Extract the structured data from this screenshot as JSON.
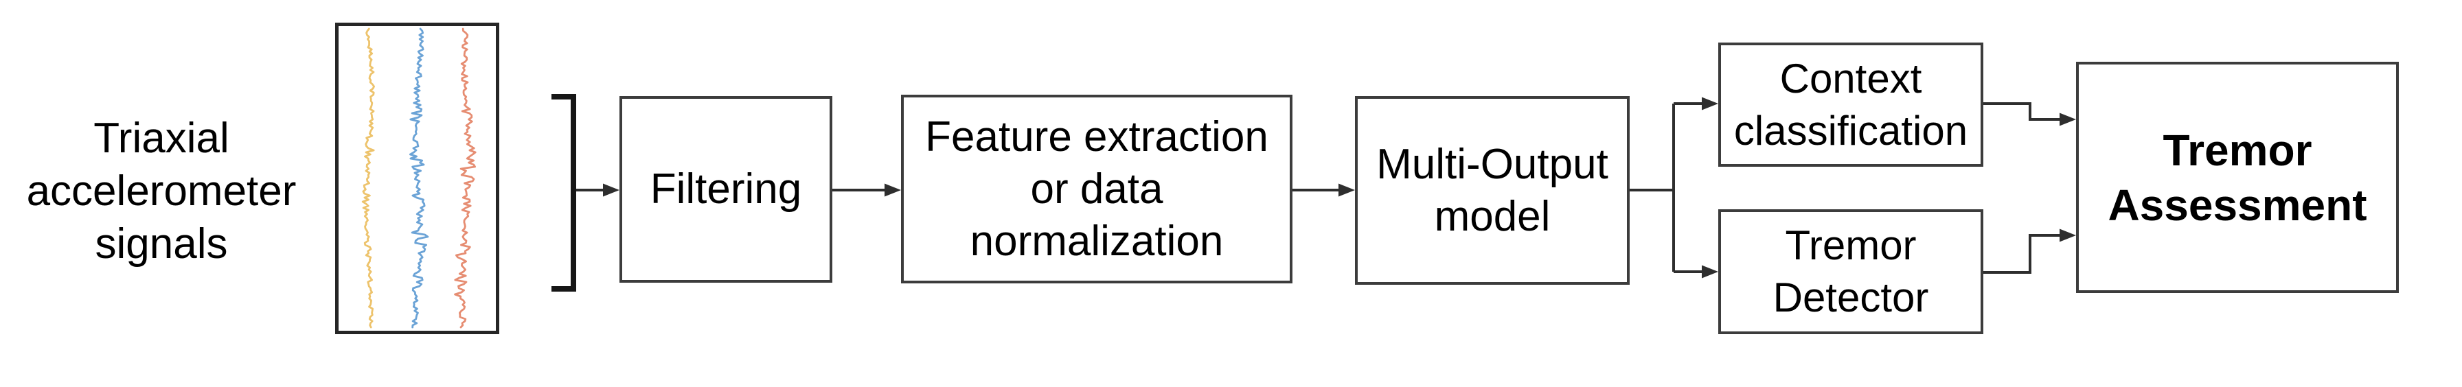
{
  "diagram": {
    "title": "Tremor assessment pipeline flow diagram",
    "input_label": {
      "lines": [
        "Triaxial",
        "accelerometer",
        "signals"
      ]
    },
    "signal_plot": {
      "description": "box containing three vertical accelerometer signal traces",
      "traces": [
        {
          "name": "accel-axis-1-trace",
          "color": "#EDC36C",
          "center": 0.185
        },
        {
          "name": "accel-axis-2-trace",
          "color": "#6BA3D6",
          "center": 0.5
        },
        {
          "name": "accel-axis-3-trace",
          "color": "#E68D72",
          "center": 0.815
        }
      ]
    },
    "nodes": {
      "filtering": {
        "label": "Filtering"
      },
      "feature": {
        "lines": [
          "Feature extraction",
          "or data",
          "normalization"
        ]
      },
      "multi_output": {
        "lines": [
          "Multi-Output",
          "model"
        ]
      },
      "context": {
        "lines": [
          "Context",
          "classification"
        ]
      },
      "detector": {
        "lines": [
          "Tremor",
          "Detector"
        ]
      },
      "assessment": {
        "lines": [
          "Tremor",
          "Assessment"
        ]
      }
    },
    "colors": {
      "background": "#ffffff",
      "box_border": "#3c3c3c",
      "connector": "#2e2e2e",
      "bracket": "#161616",
      "text": "#000000"
    }
  }
}
